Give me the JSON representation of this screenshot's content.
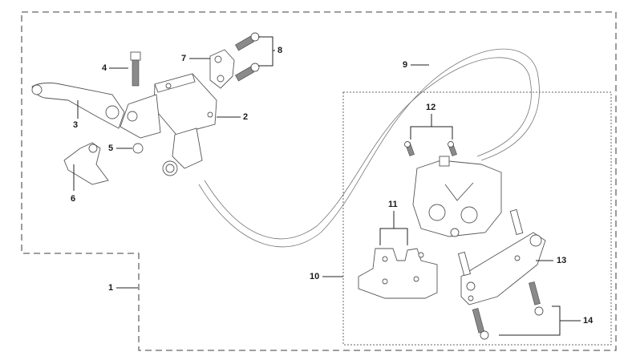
{
  "diagram": {
    "title": "Front brake assembly exploded view",
    "colors": {
      "outline": "#555555",
      "callout_text": "#1a1a1a",
      "group_border": "#666666"
    },
    "callouts": [
      {
        "id": "1",
        "label": "1"
      },
      {
        "id": "2",
        "label": "2"
      },
      {
        "id": "3",
        "label": "3"
      },
      {
        "id": "4",
        "label": "4"
      },
      {
        "id": "5",
        "label": "5"
      },
      {
        "id": "6",
        "label": "6"
      },
      {
        "id": "7",
        "label": "7"
      },
      {
        "id": "8",
        "label": "8"
      },
      {
        "id": "9",
        "label": "9"
      },
      {
        "id": "10",
        "label": "10"
      },
      {
        "id": "11",
        "label": "11"
      },
      {
        "id": "12",
        "label": "12"
      },
      {
        "id": "13",
        "label": "13"
      },
      {
        "id": "14",
        "label": "14"
      }
    ]
  }
}
